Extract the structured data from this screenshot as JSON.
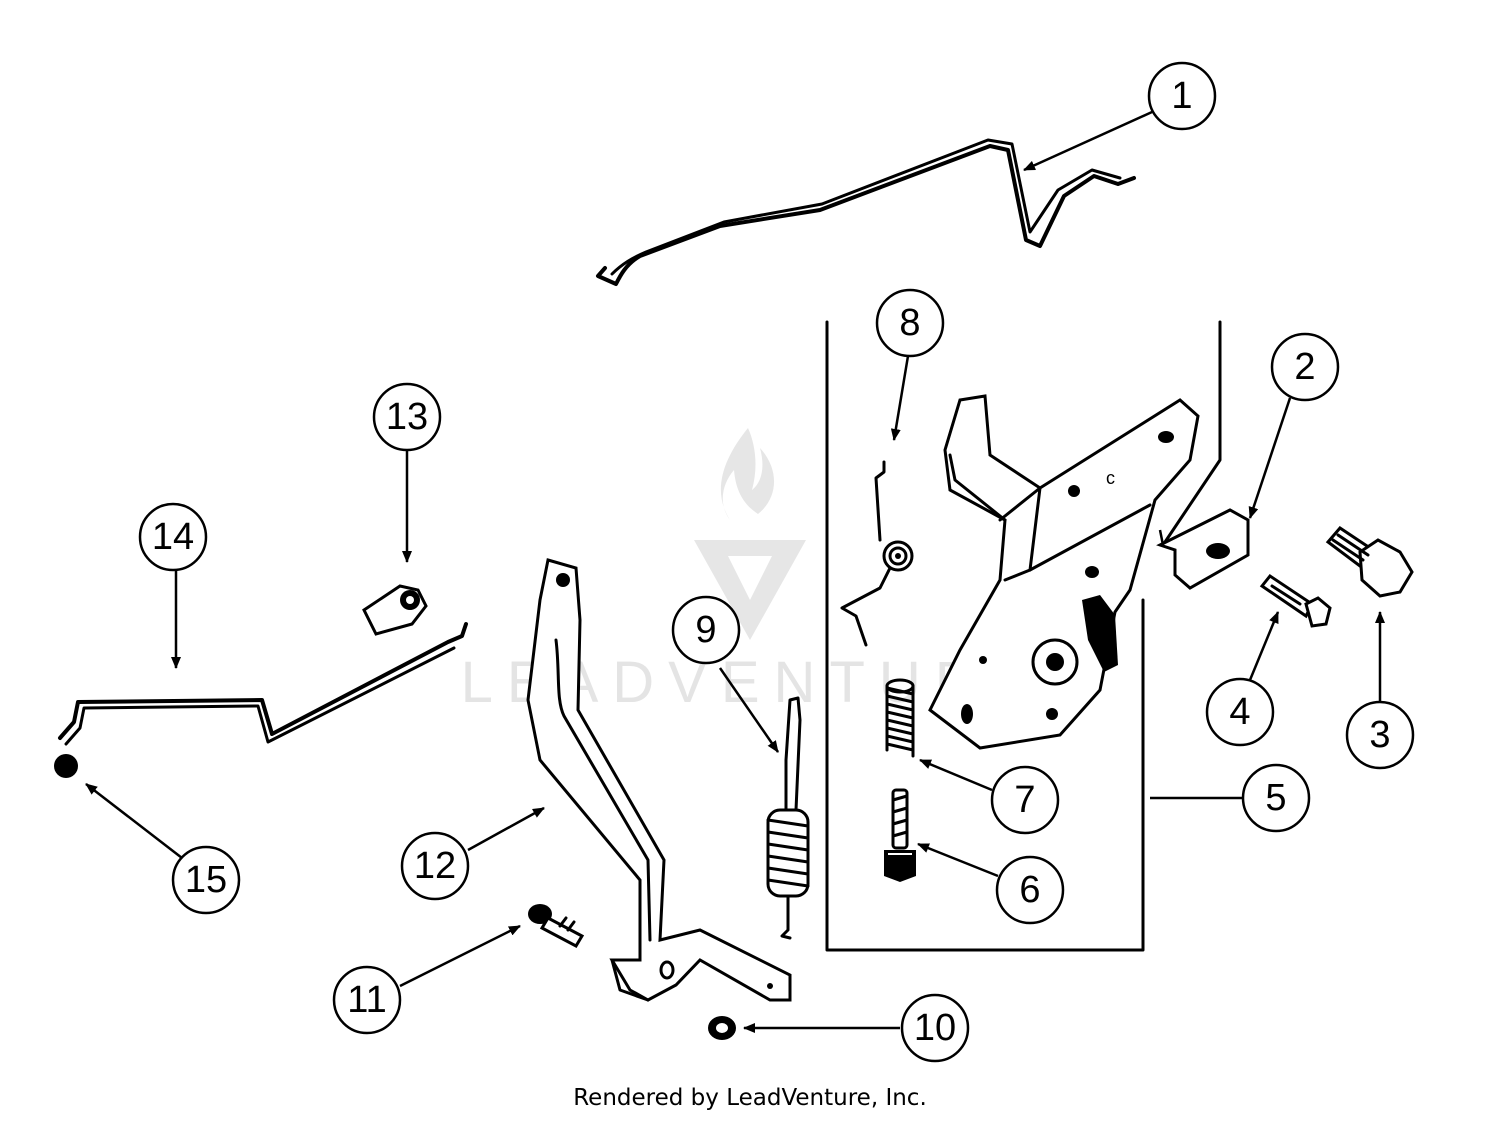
{
  "watermark": {
    "wordmark": "LEADVENTURE",
    "logo_icon": "flame-v-logo-icon"
  },
  "callouts": [
    {
      "id": 1,
      "label": "1"
    },
    {
      "id": 2,
      "label": "2"
    },
    {
      "id": 3,
      "label": "3"
    },
    {
      "id": 4,
      "label": "4"
    },
    {
      "id": 5,
      "label": "5"
    },
    {
      "id": 6,
      "label": "6"
    },
    {
      "id": 7,
      "label": "7"
    },
    {
      "id": 8,
      "label": "8"
    },
    {
      "id": 9,
      "label": "9"
    },
    {
      "id": 10,
      "label": "10"
    },
    {
      "id": 11,
      "label": "11"
    },
    {
      "id": 12,
      "label": "12"
    },
    {
      "id": 13,
      "label": "13"
    },
    {
      "id": 14,
      "label": "14"
    },
    {
      "id": 15,
      "label": "15"
    }
  ],
  "credit": "Rendered by LeadVenture, Inc."
}
